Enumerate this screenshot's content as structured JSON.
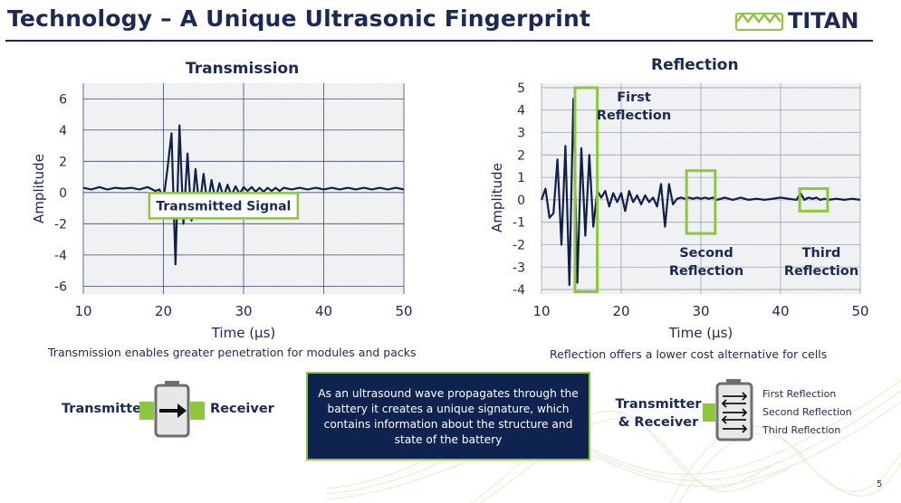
{
  "slide": {
    "title": "Technology – A Unique Ultrasonic Fingerprint",
    "logo_text": "TITAN",
    "page_number": "5"
  },
  "colors": {
    "navy": "#1b2a55",
    "green": "#8dc63f",
    "signal": "#10204a"
  },
  "chart_data": [
    {
      "type": "line",
      "title": "Transmission",
      "xlabel": "Time (µs)",
      "ylabel": "Amplitude",
      "xlim": [
        10,
        50
      ],
      "ylim": [
        -6.5,
        7
      ],
      "xticks": [
        10,
        20,
        30,
        40,
        50
      ],
      "yticks": [
        6,
        4,
        2,
        0,
        -2,
        -4,
        -6
      ],
      "grid": true,
      "series": [
        {
          "x": [
            10,
            11,
            12,
            13,
            14,
            15,
            16,
            17,
            18,
            19,
            19.5,
            20,
            20.5,
            21,
            21.5,
            22,
            22.5,
            23,
            23.5,
            24,
            24.5,
            25,
            25.5,
            26,
            26.5,
            27,
            27.5,
            28,
            28.5,
            29,
            29.5,
            30,
            30.5,
            31,
            31.5,
            32,
            32.5,
            33,
            33.5,
            34,
            34.5,
            35,
            36,
            37,
            38,
            39,
            40,
            41,
            42,
            43,
            44,
            45,
            46,
            47,
            48,
            49,
            50
          ],
          "y": [
            0.3,
            0.2,
            0.35,
            0.2,
            0.3,
            0.25,
            0.3,
            0.2,
            0.35,
            0.1,
            0.2,
            -0.5,
            1.5,
            3.8,
            -4.6,
            4.3,
            -2.0,
            2.5,
            -1.8,
            1.5,
            -1.0,
            1.2,
            -0.8,
            0.8,
            -0.5,
            0.6,
            -0.3,
            0.5,
            -0.2,
            0.4,
            -0.1,
            0.35,
            0.1,
            0.35,
            0.05,
            0.3,
            0.05,
            0.3,
            0.1,
            0.3,
            0.1,
            0.3,
            0.2,
            0.3,
            0.2,
            0.3,
            0.2,
            0.3,
            0.2,
            0.3,
            0.2,
            0.3,
            0.2,
            0.3,
            0.2,
            0.3,
            0.2
          ]
        }
      ],
      "annotations": [
        {
          "text": "Transmitted Signal",
          "x": 27.5,
          "y": -0.9
        }
      ]
    },
    {
      "type": "line",
      "title": "Reflection",
      "xlabel": "Time (µs)",
      "ylabel": "Amplitude",
      "xlim": [
        10,
        50
      ],
      "ylim": [
        -4.2,
        5.2
      ],
      "xticks": [
        10,
        20,
        30,
        40,
        50
      ],
      "yticks": [
        5,
        4,
        3,
        2,
        1,
        0,
        -1,
        -2,
        -3,
        -4
      ],
      "grid": true,
      "series": [
        {
          "x": [
            10,
            10.5,
            11,
            11.5,
            12,
            12.5,
            13,
            13.5,
            14,
            14.5,
            15,
            15.5,
            16,
            16.5,
            17,
            17.5,
            18,
            18.5,
            19,
            19.5,
            20,
            20.5,
            21,
            21.5,
            22,
            22.5,
            23,
            23.5,
            24,
            24.5,
            25,
            25.5,
            26,
            26.5,
            27,
            27.5,
            28,
            28.5,
            29,
            29.5,
            30,
            30.5,
            31,
            31.5,
            32,
            33,
            34,
            35,
            36,
            37,
            38,
            39,
            40,
            41,
            42,
            42.5,
            43,
            43.5,
            44,
            44.5,
            45,
            45.5,
            46,
            47,
            48,
            49,
            50
          ],
          "y": [
            0,
            0.5,
            -0.8,
            -0.6,
            1.8,
            -2.0,
            2.4,
            -3.8,
            4.5,
            -3.7,
            2.3,
            -1.6,
            2.0,
            -1.2,
            0.4,
            0.1,
            0.4,
            -0.3,
            0.3,
            -0.1,
            0.3,
            -0.5,
            0.4,
            -0.1,
            0.2,
            -0.2,
            0.2,
            -0.1,
            0.1,
            -0.3,
            0.7,
            -1.2,
            0.7,
            -0.2,
            0.05,
            0.1,
            0.05,
            0.1,
            0.05,
            0.1,
            0.05,
            0.1,
            0.05,
            0.1,
            0.0,
            0.1,
            0.0,
            0.1,
            0.0,
            0.05,
            0.0,
            0.05,
            0.1,
            0.05,
            0.0,
            0.3,
            0.0,
            0.1,
            0.05,
            0.1,
            0.0,
            0.05,
            0.0,
            0.05,
            0.0,
            0.05,
            0.0
          ]
        }
      ],
      "highlight_boxes": [
        {
          "x0": 14.2,
          "x1": 17.0,
          "y0": -4.1,
          "y1": 5.0
        },
        {
          "x0": 28.2,
          "x1": 31.8,
          "y0": -1.5,
          "y1": 1.3
        },
        {
          "x0": 42.4,
          "x1": 45.9,
          "y0": -0.5,
          "y1": 0.5
        }
      ],
      "annotations": [
        {
          "text": "First Reflection"
        },
        {
          "text": "Second Reflection"
        },
        {
          "text": "Third Reflection"
        }
      ]
    }
  ],
  "captions": {
    "transmission": "Transmission enables greater penetration for modules and packs",
    "reflection": "Reflection offers a lower cost alternative for cells"
  },
  "diagram": {
    "transmitter": "Transmitter",
    "receiver": "Receiver",
    "transmitter_receiver": "Transmitter & Receiver",
    "legend": [
      "First Reflection",
      "Second Reflection",
      "Third Reflection"
    ]
  },
  "info_box": "As an ultrasound wave propagates through the battery it creates a unique signature, which contains information about the structure and state of the battery"
}
